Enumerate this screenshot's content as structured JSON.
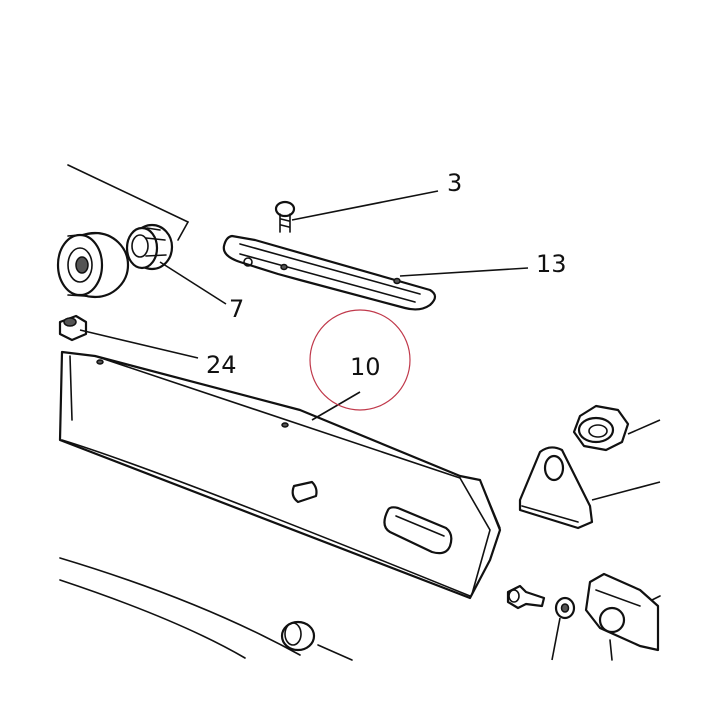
{
  "callouts": [
    {
      "id": "3",
      "label": "3"
    },
    {
      "id": "13",
      "label": "13"
    },
    {
      "id": "7",
      "label": "7"
    },
    {
      "id": "24",
      "label": "24"
    },
    {
      "id": "10",
      "label": "10",
      "highlighted": true
    }
  ],
  "colors": {
    "line": "#111111",
    "highlight_circle": "#c0394b",
    "background": "#ffffff"
  }
}
